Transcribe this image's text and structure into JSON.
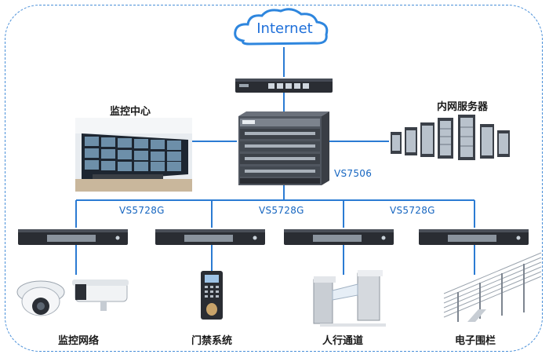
{
  "cloud": {
    "label": "Internet"
  },
  "core": {
    "model": "VS7506"
  },
  "labels": {
    "monitor_center": "监控中心",
    "intranet_servers": "内网服务器"
  },
  "access_switches": [
    {
      "model": "VS5728G"
    },
    {
      "model": "VS5728G"
    },
    {
      "model": "VS5728G"
    }
  ],
  "endpoints": [
    {
      "label": "监控网络"
    },
    {
      "label": "门禁系统"
    },
    {
      "label": "人行通道"
    },
    {
      "label": "电子围栏"
    }
  ],
  "colors": {
    "frame": "#4a90d9",
    "wire": "#2b7bd3",
    "device": "#2a2d33"
  }
}
